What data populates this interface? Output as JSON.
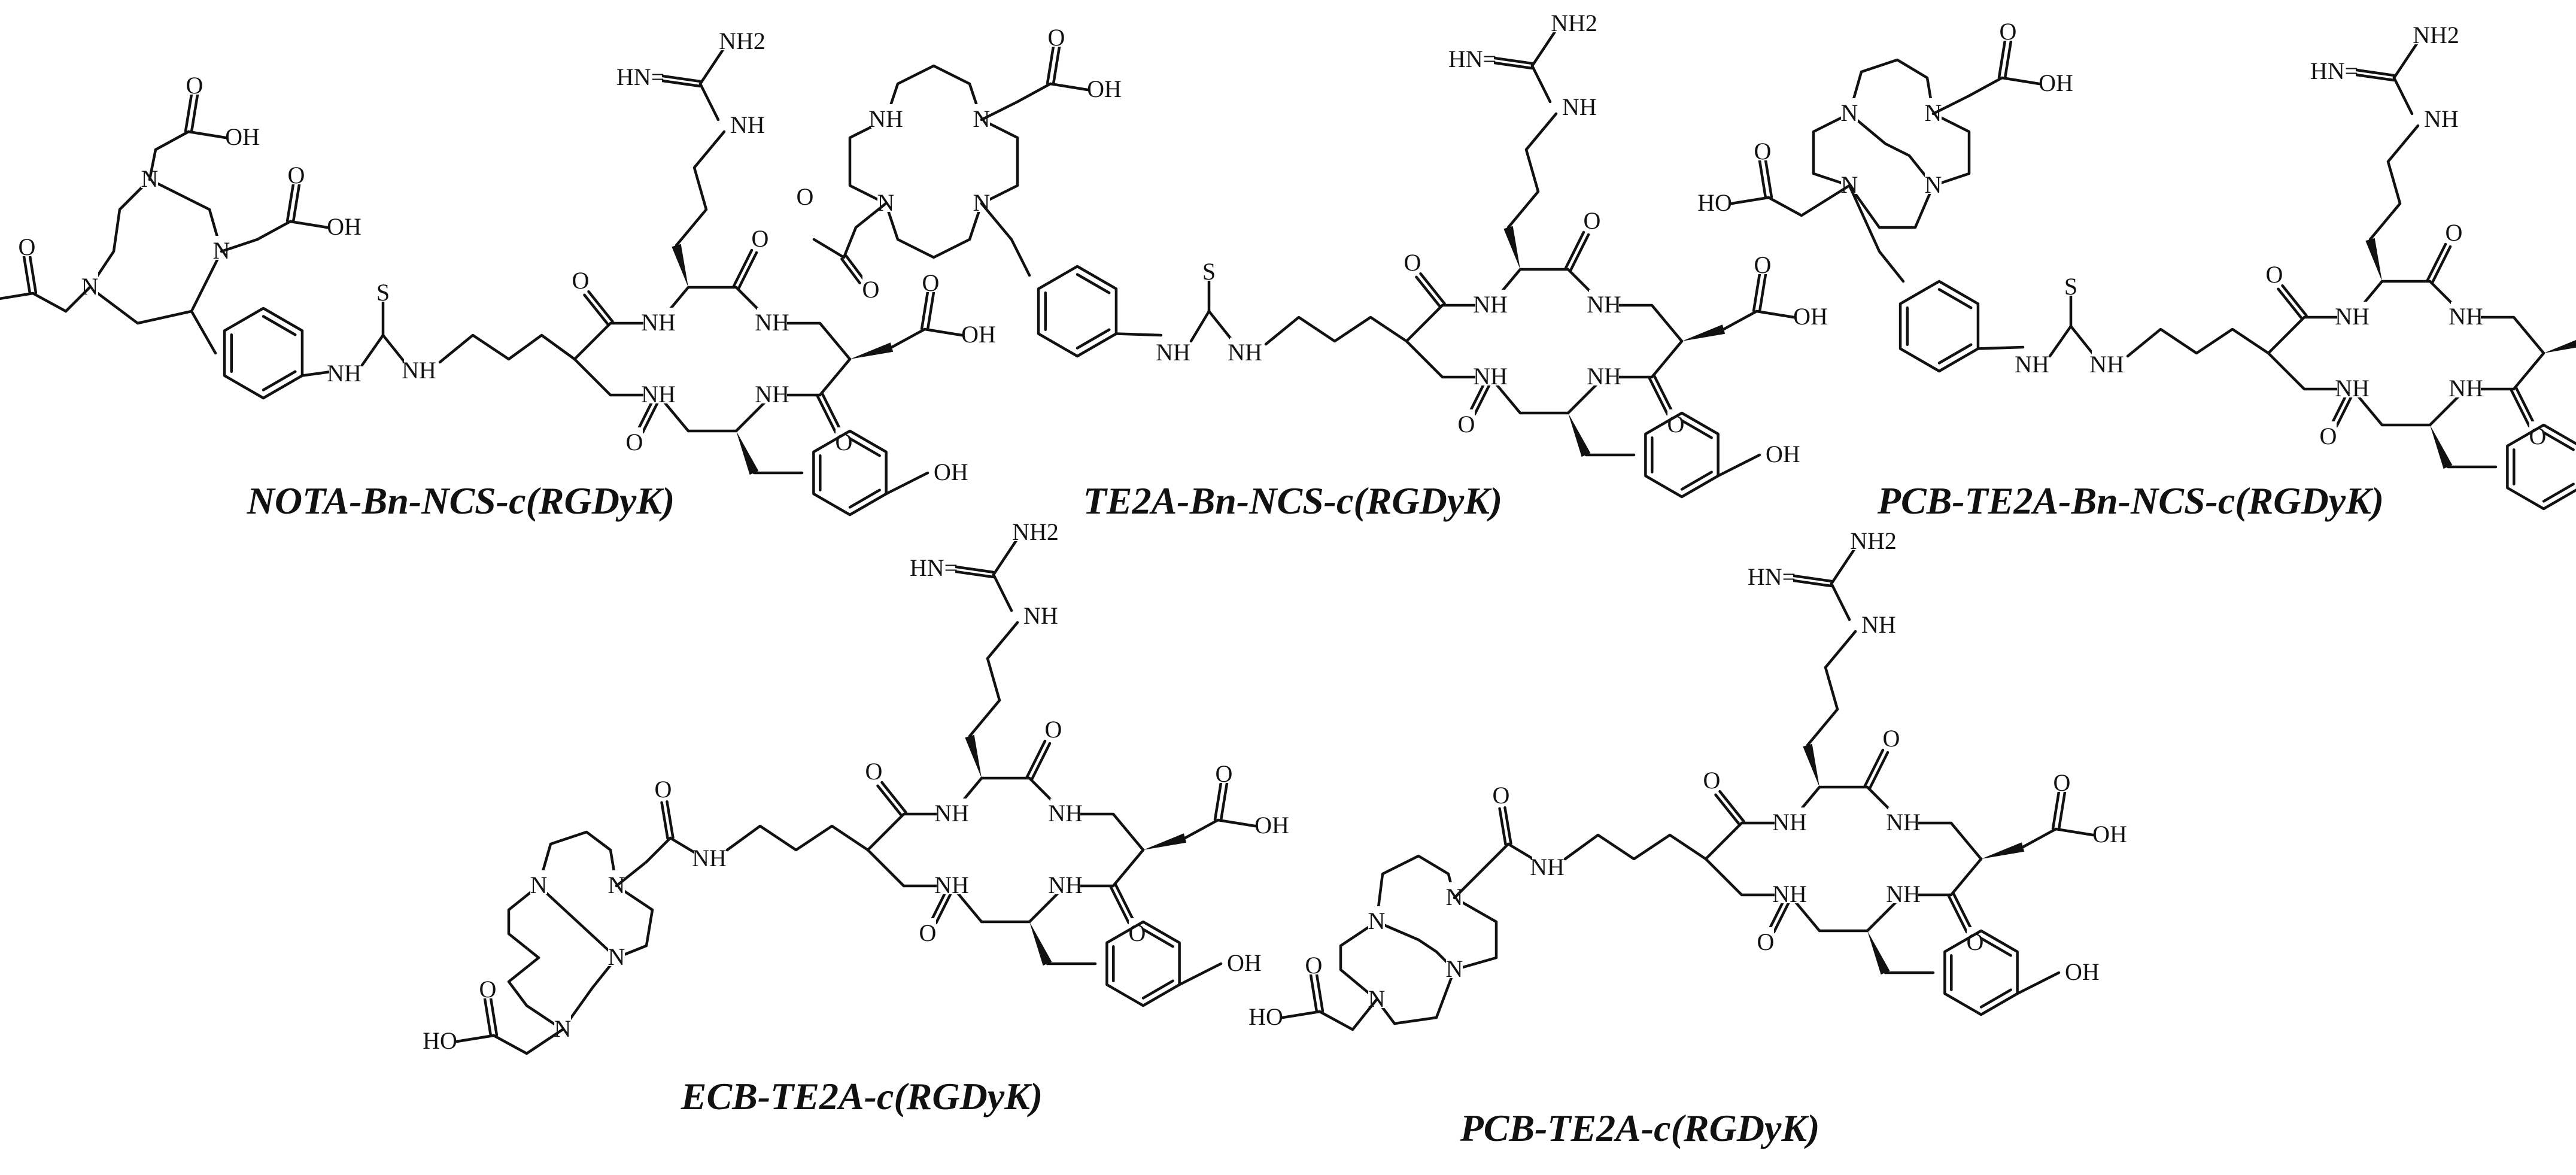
{
  "figure": {
    "compounds": [
      {
        "id": "nota",
        "caption": "NOTA-Bn-NCS-c(RGDyK)"
      },
      {
        "id": "te2a",
        "caption": "TE2A-Bn-NCS-c(RGDyK)"
      },
      {
        "id": "pcbncs",
        "caption": "PCB-TE2A-Bn-NCS-c(RGDyK)"
      },
      {
        "id": "ecb",
        "caption": "ECB-TE2A-c(RGDyK)"
      },
      {
        "id": "pcb",
        "caption": "PCB-TE2A-c(RGDyK)"
      }
    ]
  },
  "colors": {
    "ink": "#111111",
    "background": "#ffffff"
  },
  "atom_labels": {
    "nh": "NH",
    "n": "N",
    "o": "O",
    "oh": "OH",
    "ho": "HO",
    "s": "S",
    "nh2": "NH2",
    "hn_eq": "HN="
  }
}
